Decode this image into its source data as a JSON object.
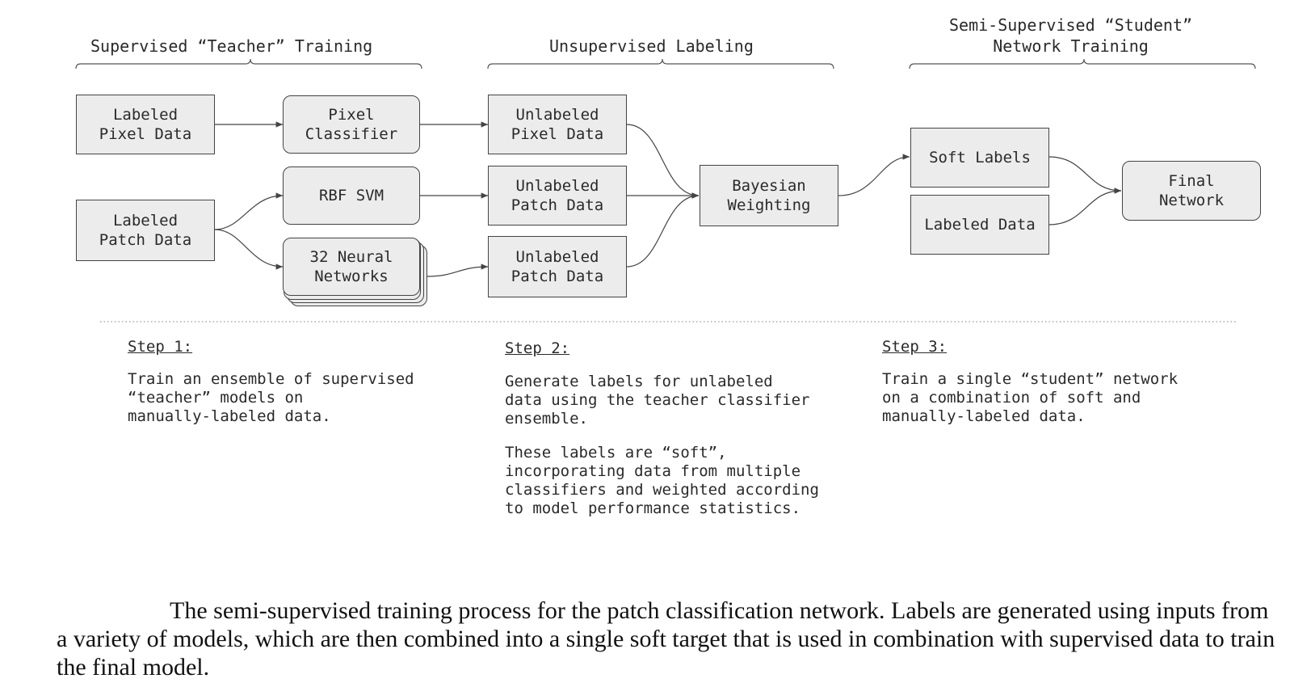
{
  "phases": [
    {
      "title": "Supervised “Teacher” Training"
    },
    {
      "title": "Unsupervised Labeling"
    },
    {
      "title": "Semi-Supervised “Student”\nNetwork Training"
    }
  ],
  "boxes": {
    "labeled_pixel_data": "Labeled\nPixel Data",
    "labeled_patch_data": "Labeled\nPatch Data",
    "pixel_classifier": "Pixel\nClassifier",
    "rbf_svm": "RBF SVM",
    "neural_networks": "32 Neural\nNetworks",
    "unlabeled_pixel_data": "Unlabeled\nPixel Data",
    "unlabeled_patch_data_1": "Unlabeled\nPatch Data",
    "unlabeled_patch_data_2": "Unlabeled\nPatch Data",
    "bayesian_weighting": "Bayesian\nWeighting",
    "soft_labels": "Soft Labels",
    "labeled_data": "Labeled Data",
    "final_network": "Final\nNetwork"
  },
  "steps": [
    {
      "title": "Step 1:",
      "paragraphs": [
        "Train an ensemble of supervised\n“teacher” models on\nmanually-labeled data."
      ]
    },
    {
      "title": "Step 2:",
      "paragraphs": [
        "Generate labels for unlabeled\ndata using the teacher classifier\nensemble.",
        "These labels are “soft”,\nincorporating data from multiple\nclassifiers and weighted according\nto model performance statistics."
      ]
    },
    {
      "title": "Step 3:",
      "paragraphs": [
        "Train a single “student” network\non a combination of soft and\nmanually-labeled data."
      ]
    }
  ],
  "caption": "The semi-supervised training process for the patch classification network. Labels are generated using inputs from a variety of models, which are then combined into a single soft target that is used in combination with supervised data to train the final model."
}
